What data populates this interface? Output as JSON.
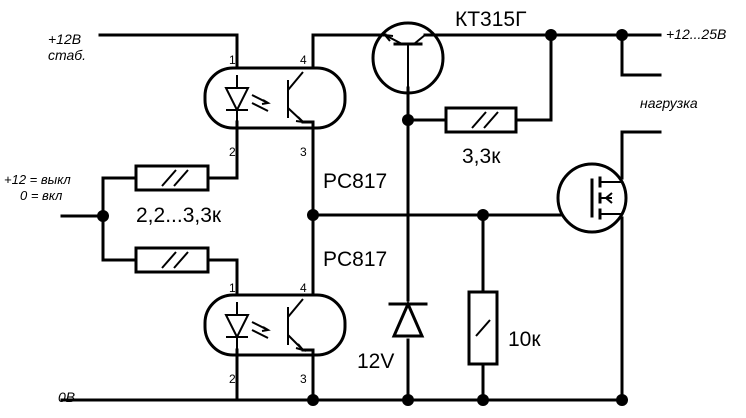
{
  "labels": {
    "supply_stab_top": "+12В",
    "supply_stab_bottom": "стаб.",
    "control_line1": "+12 = выкл",
    "control_line2": "0 = вкл",
    "ground": "0В",
    "out_supply": "+12...25В",
    "load": "нагрузка",
    "transistor": "КТ315Г",
    "r_base": "3,3к",
    "r_input": "2,2...3,3к",
    "opto_top": "PC817",
    "opto_bottom": "PC817",
    "zener": "12V",
    "r_gate": "10к"
  },
  "pins": {
    "top_1": "1",
    "top_2": "2",
    "top_3": "3",
    "top_4": "4",
    "bot_1": "1",
    "bot_2": "2",
    "bot_3": "3",
    "bot_4": "4"
  },
  "colors": {
    "ink": "#000000",
    "background": "#ffffff"
  }
}
